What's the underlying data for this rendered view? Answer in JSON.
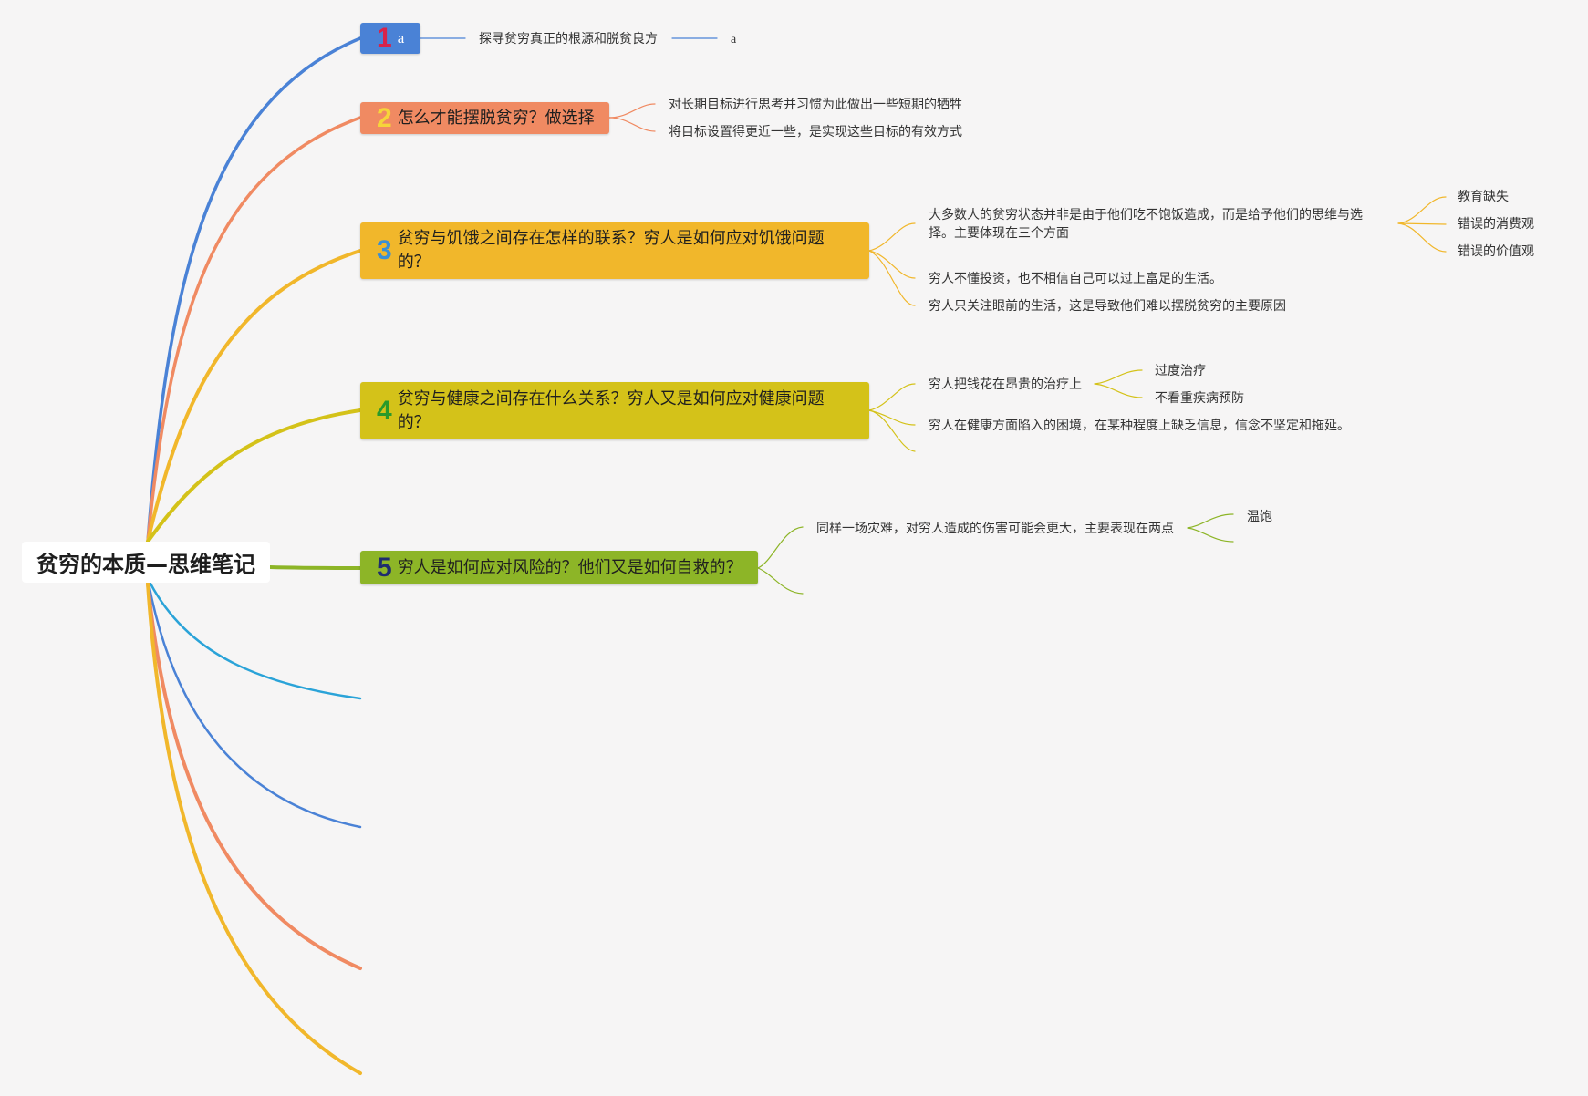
{
  "root": {
    "title": "贫穷的本质—思维笔记"
  },
  "topics": [
    {
      "number": "1",
      "title": "a",
      "color": "#4a82d6",
      "number_color": "#d8234a",
      "children": [
        {
          "text": "探寻贫穷真正的根源和脱贫良方"
        },
        {
          "text": "a"
        }
      ]
    },
    {
      "number": "2",
      "title": "怎么才能摆脱贫穷？做选择",
      "color": "#f08a62",
      "number_color": "#f6d43a",
      "children": [
        {
          "text": "对长期目标进行思考并习惯为此做出一些短期的牺牲"
        },
        {
          "text": "将目标设置得更近一些，是实现这些目标的有效方式"
        }
      ]
    },
    {
      "number": "3",
      "title": "贫穷与饥饿之间存在怎样的联系？穷人是如何应对饥饿问题的？",
      "color": "#f1b72b",
      "number_color": "#3a8fd6",
      "children": [
        {
          "text": "大多数人的贫穷状态并非是由于他们吃不饱饭造成，而是给予他们的思维与选择。主要体现在三个方面",
          "children": [
            {
              "text": "教育缺失"
            },
            {
              "text": "错误的消费观"
            },
            {
              "text": "错误的价值观"
            }
          ]
        },
        {
          "text": "穷人不懂投资，也不相信自己可以过上富足的生活。"
        },
        {
          "text": "穷人只关注眼前的生活，这是导致他们难以摆脱贫穷的主要原因"
        }
      ]
    },
    {
      "number": "4",
      "title": "贫穷与健康之间存在什么关系？穷人又是如何应对健康问题的？",
      "color": "#d4c219",
      "number_color": "#2a9a2a",
      "children": [
        {
          "text": "穷人把钱花在昂贵的治疗上",
          "children": [
            {
              "text": "过度治疗"
            },
            {
              "text": "不看重疾病预防"
            }
          ]
        },
        {
          "text": "穷人在健康方面陷入的困境，在某种程度上缺乏信息，信念不坚定和拖延。"
        }
      ]
    },
    {
      "number": "5",
      "title": "穷人是如何应对风险的？他们又是如何自救的？",
      "color": "#8db527",
      "number_color": "#1f2d6e",
      "children": [
        {
          "text": "同样一场灾难，对穷人造成的伤害可能会更大，主要表现在两点",
          "children": [
            {
              "text": "温饱"
            }
          ]
        }
      ]
    }
  ],
  "branch_colors": [
    "#4a82d6",
    "#f08a62",
    "#f1b72b",
    "#d4c219",
    "#8db527",
    "#2aa3d8",
    "#4a82d6",
    "#f08a62",
    "#f1b72b"
  ]
}
